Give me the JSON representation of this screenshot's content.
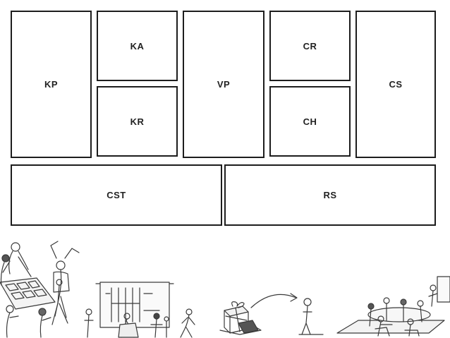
{
  "canvas": {
    "blocks": {
      "kp": {
        "label": "KP"
      },
      "ka": {
        "label": "KA"
      },
      "kr": {
        "label": "KR"
      },
      "vp": {
        "label": "VP"
      },
      "cr": {
        "label": "CR"
      },
      "ch": {
        "label": "CH"
      },
      "cs": {
        "label": "CS"
      },
      "cst": {
        "label": "CST"
      },
      "rs": {
        "label": "RS"
      }
    }
  },
  "colors": {
    "border": "#1d1d1d",
    "label": "#222222",
    "sketch": "#3a3a3a"
  }
}
